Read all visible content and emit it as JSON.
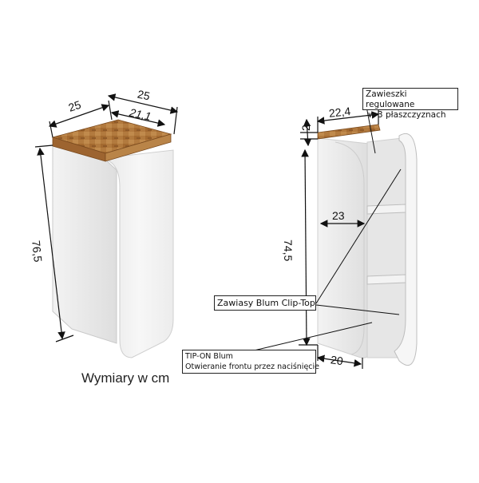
{
  "caption": "Wymiary w cm",
  "left_view": {
    "depth": "25",
    "width": "25",
    "inner_width": "21,1",
    "height": "76,5"
  },
  "right_view": {
    "top_thickness": "2",
    "depth": "22,4",
    "height": "74,5",
    "inner_depth": "23",
    "front_depth": "20"
  },
  "callouts": {
    "hangers": {
      "line1": "Zawieszki regulowane",
      "line2": "w 3 płaszczyznach"
    },
    "hinges": {
      "line1": "Zawiasy Blum Clip-Top"
    },
    "tipon": {
      "line1": "TIP-ON Blum",
      "line2": "Otwieranie frontu przez naciśnięcie"
    }
  },
  "colors": {
    "wood": "#b0773a",
    "wood_dark": "#8a5524",
    "cabinet": "#f4f4f4",
    "shadow": "#d9d9d9",
    "lines": "#111111"
  }
}
